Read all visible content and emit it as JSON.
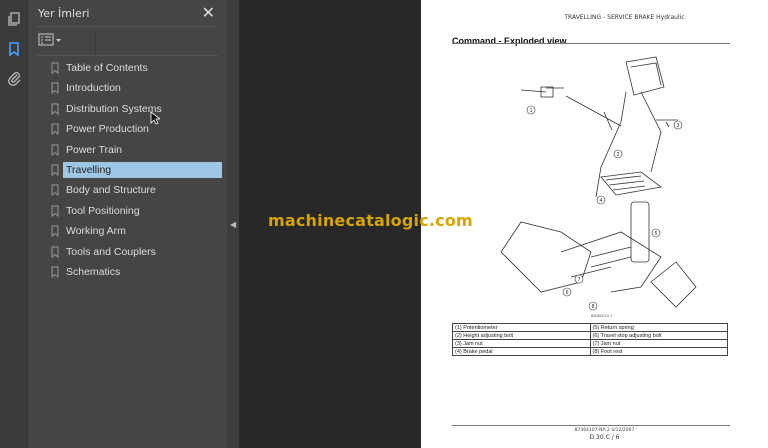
{
  "sidebar": {
    "title": "Yer İmleri",
    "close_icon": "close-icon",
    "items": [
      {
        "label": "Table of Contents"
      },
      {
        "label": "Introduction"
      },
      {
        "label": "Distribution Systems"
      },
      {
        "label": "Power Production"
      },
      {
        "label": "Power Train"
      },
      {
        "label": "Travelling",
        "selected": true
      },
      {
        "label": "Body and Structure"
      },
      {
        "label": "Tool Positioning"
      },
      {
        "label": "Working Arm"
      },
      {
        "label": "Tools and Couplers"
      },
      {
        "label": "Schematics"
      }
    ],
    "accent": "#4a9eff",
    "selected_color": "#9ec7e6"
  },
  "document": {
    "header": "TRAVELLING - SERVICE BRAKE Hydraulic",
    "section_title": "Command - Exploded view",
    "figure_label": "BS06A010  1",
    "callouts": [
      "1",
      "2",
      "3",
      "4",
      "5",
      "6",
      "7",
      "8"
    ],
    "legend": [
      [
        "(1) Potentiometer",
        "(5) Return spring"
      ],
      [
        "(2) Height adjusting bolt",
        "(6) Travel stop adjusting bolt"
      ],
      [
        "(3) Jam nut",
        "(7) Jam nut"
      ],
      [
        "(4) Brake pedal",
        "(8) Foot rest"
      ]
    ],
    "footer_code": "87364107-NA 2 4/12/2007",
    "page_number": "D.30.C / 6"
  },
  "watermark": "machinecatalogic.com"
}
